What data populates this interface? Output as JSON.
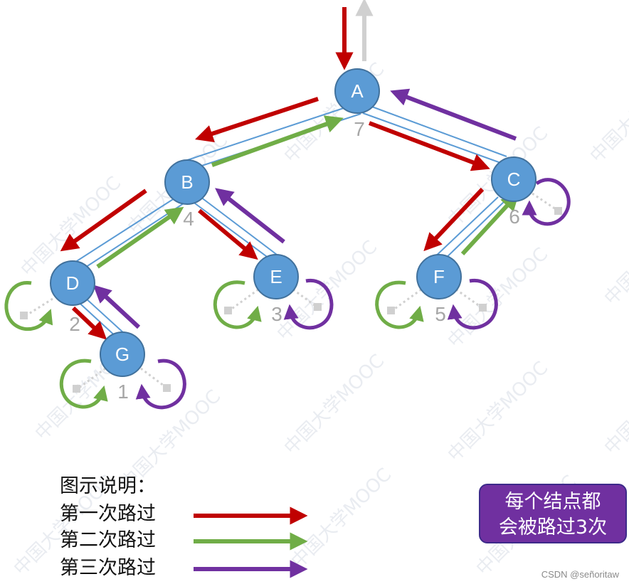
{
  "nodes": [
    {
      "id": "A",
      "order": "7"
    },
    {
      "id": "B",
      "order": "4"
    },
    {
      "id": "C",
      "order": "6"
    },
    {
      "id": "D",
      "order": "2"
    },
    {
      "id": "E",
      "order": "3"
    },
    {
      "id": "F",
      "order": "5"
    },
    {
      "id": "G",
      "order": "1"
    }
  ],
  "edges": [
    [
      "A",
      "B"
    ],
    [
      "A",
      "C"
    ],
    [
      "B",
      "D"
    ],
    [
      "B",
      "E"
    ],
    [
      "D",
      "G"
    ],
    [
      "C",
      "F"
    ]
  ],
  "colors": {
    "node_fill": "#5b9bd5",
    "node_stroke": "#41719c",
    "edge": "#5b9bd5",
    "first_pass": "#c00000",
    "second_pass": "#70ad47",
    "third_pass": "#7030a0",
    "entry_exit": "#d0d0d0",
    "order_label": "#a6a6a6",
    "note_box": "#7030a0"
  },
  "legend": {
    "title": "图示说明：",
    "items": [
      {
        "label": "第一次路过",
        "color": "#c00000"
      },
      {
        "label": "第二次路过",
        "color": "#70ad47"
      },
      {
        "label": "第三次路过",
        "color": "#7030a0"
      }
    ]
  },
  "note": {
    "line1": "每个结点都",
    "line2": "会被路过3次"
  },
  "watermark_text": "中国大学MOOC",
  "credit": "CSDN @señoritaw"
}
